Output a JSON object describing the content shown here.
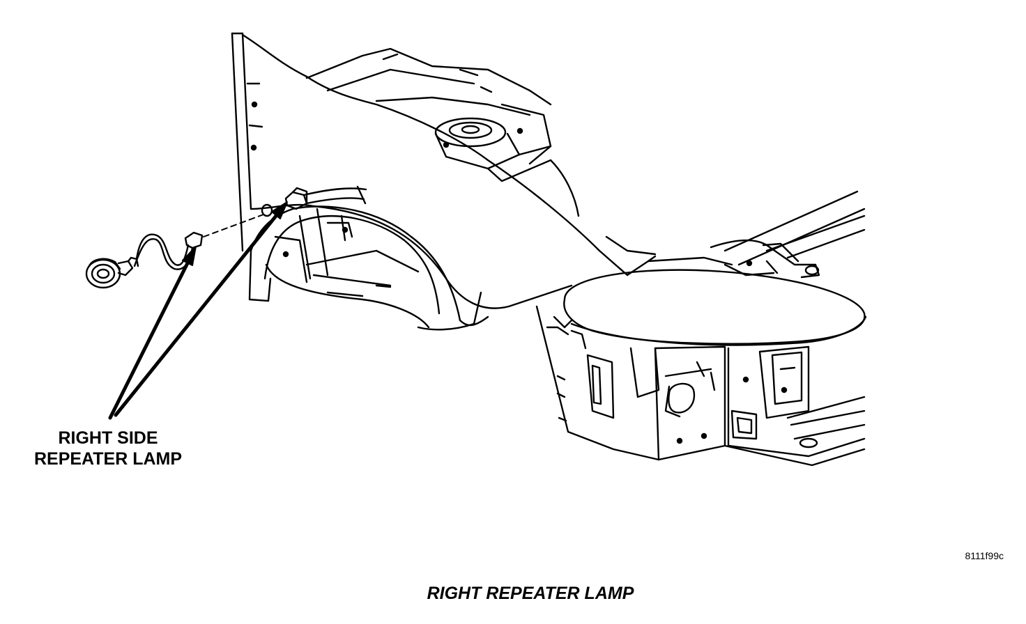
{
  "callout": {
    "line1": "RIGHT SIDE",
    "line2": "REPEATER LAMP"
  },
  "figure_id": "8111f99c",
  "caption": "RIGHT REPEATER LAMP",
  "colors": {
    "ink": "#000000",
    "paper": "#ffffff"
  }
}
